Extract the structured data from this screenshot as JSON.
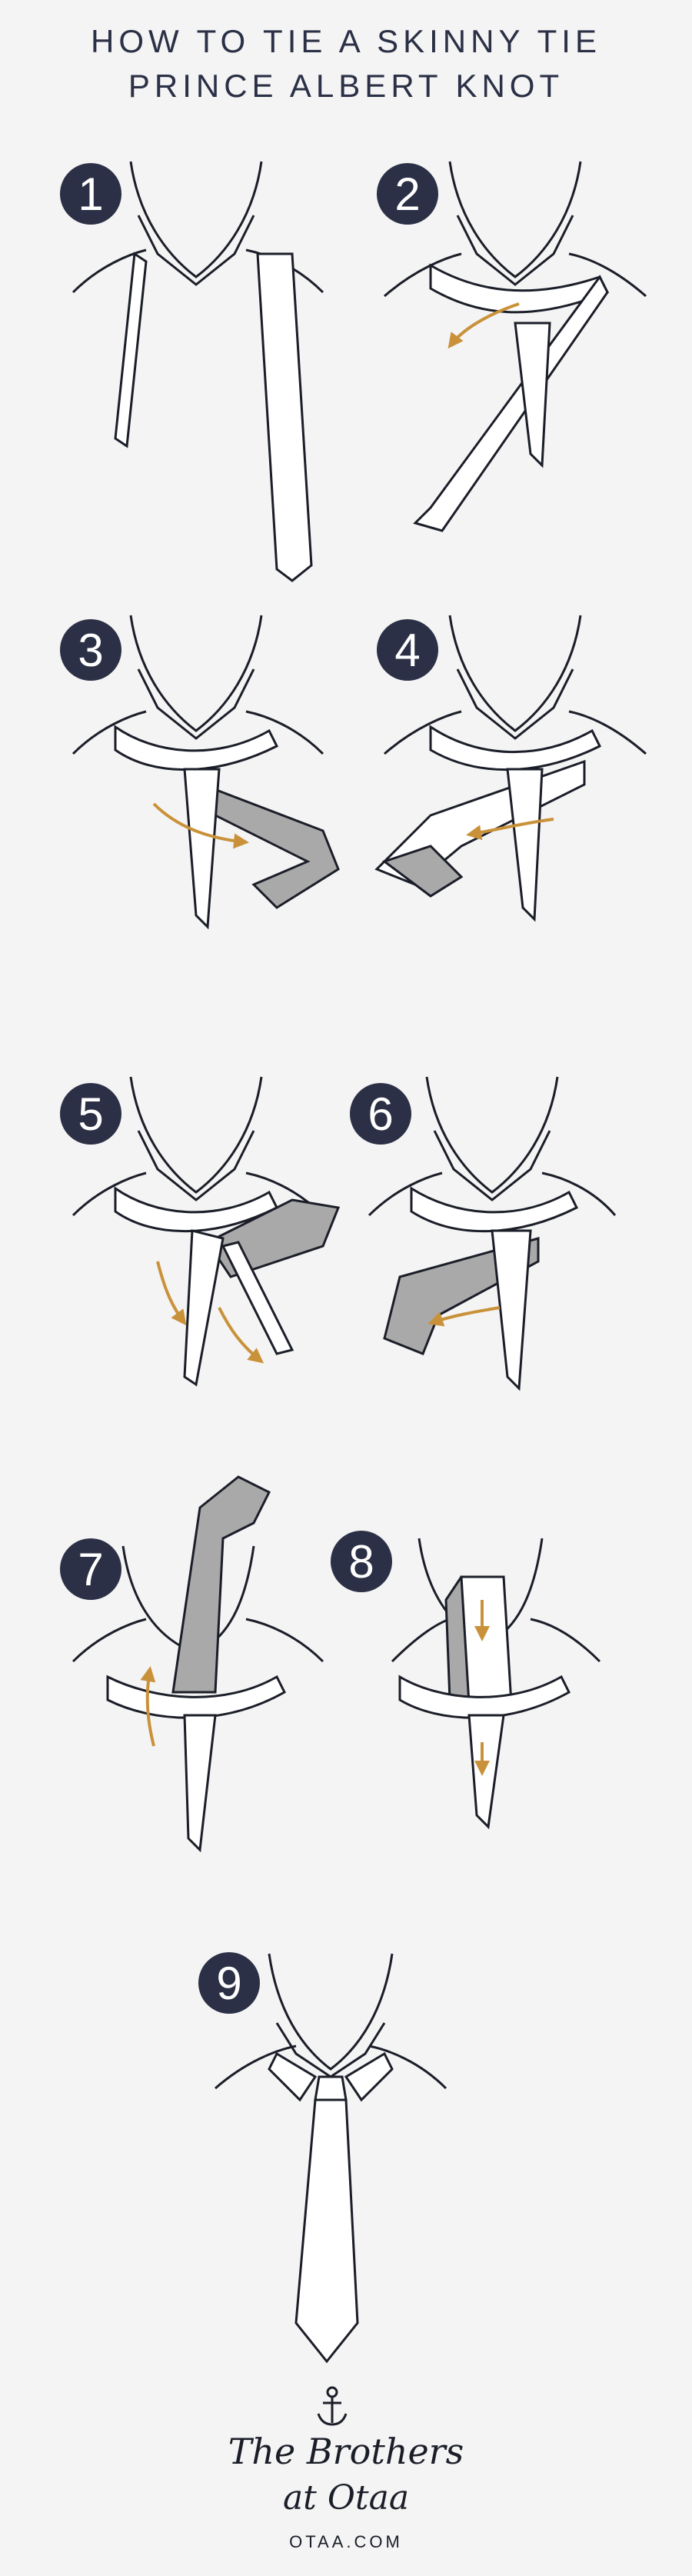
{
  "title_line1": "HOW TO TIE A SKINNY TIE",
  "title_line2": "PRINCE ALBERT KNOT",
  "steps": [
    "1",
    "2",
    "3",
    "4",
    "5",
    "6",
    "7",
    "8",
    "9"
  ],
  "brand_line1": "The Brothers",
  "brand_line2": "at Otaa",
  "website": "OTAA.COM",
  "colors": {
    "badge": "#2b3046",
    "arrow": "#c9923a",
    "tie_shade": "#a9a9a9",
    "ink": "#1b1e28",
    "background": "#f4f4f4"
  }
}
